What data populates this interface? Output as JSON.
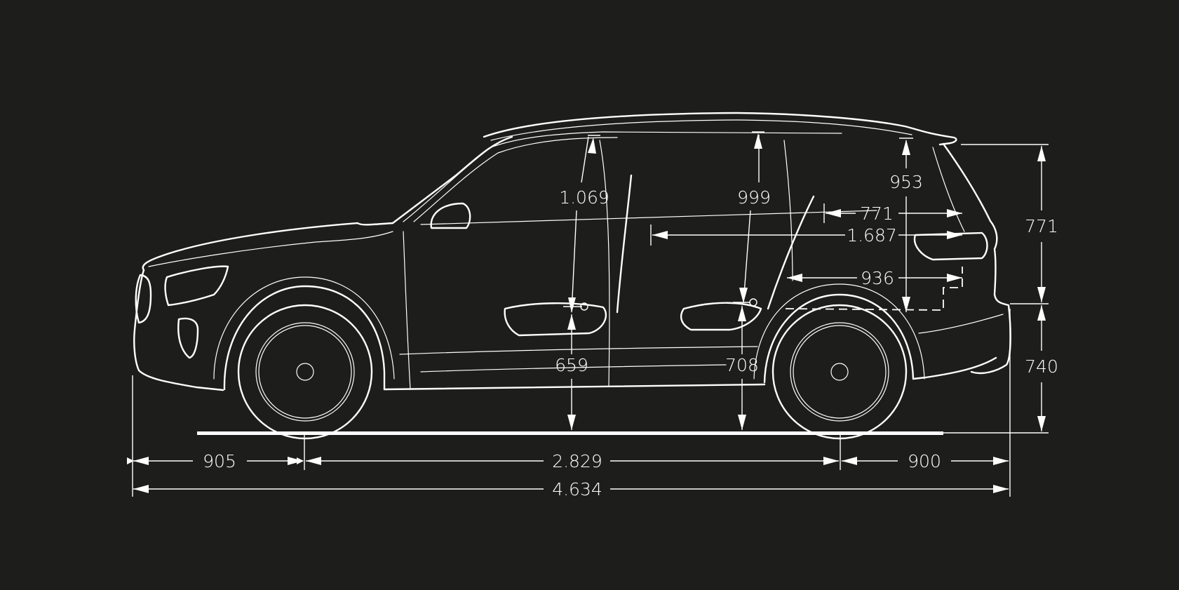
{
  "diagram": {
    "subject": "SUV side-view dimension drawing",
    "background_color": "#1d1d1b",
    "line_color": "#ffffff",
    "units": "mm"
  },
  "dimensions": {
    "front_overhang": "905",
    "wheelbase": "2.829",
    "rear_overhang": "900",
    "overall_length": "4.634",
    "headroom_front": "1.069",
    "headroom_second_row": "999",
    "headroom_third_row": "953",
    "seat_height_front": "659",
    "seat_height_second_row": "708",
    "loading_length_upper": "771",
    "loading_length_middle": "1.687",
    "loading_length_lower": "936",
    "rear_upper_height": "771",
    "rear_lower_height": "740"
  }
}
